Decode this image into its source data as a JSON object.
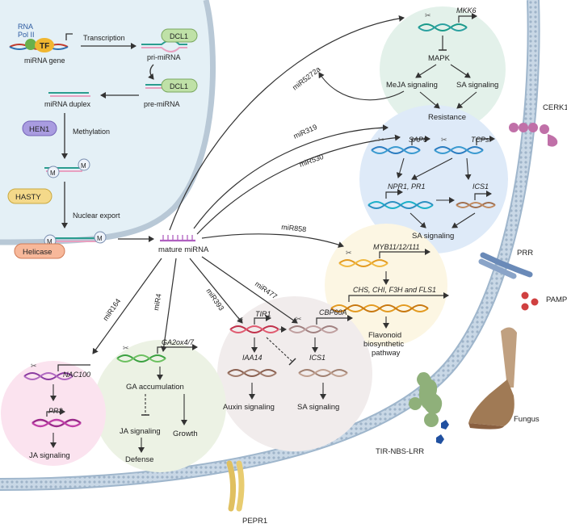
{
  "nucleus": {
    "rna_pol_line1": "RNA",
    "rna_pol_line2": "Pol II",
    "tf": "TF",
    "transcription": "Transcription",
    "mirna_gene": "miRNA gene",
    "dcl1_a": "DCL1",
    "pri_mirna": "pri-miRNA",
    "dcl1_b": "DCL1",
    "pre_mirna": "pre-miRNA",
    "mirna_duplex": "miRNA duplex",
    "hen1": "HEN1",
    "methylation": "Methylation",
    "m": "M",
    "hasty": "HASTY",
    "nuclear_export": "Nuclear export",
    "helicase": "Helicase"
  },
  "center": {
    "mature_mirna": "mature miRNA"
  },
  "arrow_labels": {
    "mir5272a": "miR5272a",
    "mir319": "miR319",
    "mir530": "miR530",
    "mir858": "miR858",
    "mir164": "miR164",
    "mir4": "miR4",
    "mir393": "miR393",
    "mir477": "miR477"
  },
  "mapk_circle": {
    "mkk6": "MKK6",
    "mapk": "MAPK",
    "meja": "MeJA signaling",
    "sa": "SA signaling",
    "resistance": "Resistance"
  },
  "sap_circle": {
    "sap6": "SAP6",
    "tcps": "TCPs",
    "npr1": "NPR1, PR1",
    "ics1": "ICS1",
    "sa": "SA signaling"
  },
  "myb_circle": {
    "myb": "MYB11/12/111",
    "chs": "CHS, CHI, F3H and FLS1",
    "flav1": "Flavonoid",
    "flav2": "biosynthetic",
    "flav3": "pathway"
  },
  "tir_circle": {
    "tir1": "TIR1",
    "cbp60a": "CBP60A",
    "iaa14": "IAA14",
    "ics1": "ICS1",
    "auxin": "Auxin signaling",
    "sa": "SA signaling"
  },
  "ga_circle": {
    "ga2ox": "GA2ox4/7",
    "ga_acc": "GA accumulation",
    "ja": "JA signaling",
    "growth": "Growth",
    "defense": "Defense"
  },
  "nac_circle": {
    "nac100": "NAC100",
    "pr3": "PR3",
    "ja": "JA signaling"
  },
  "receptors": {
    "cerk1": "CERK1",
    "prr": "PRR",
    "pamp": "PAMP",
    "fungus": "Fungus",
    "tir_nbs_lrr": "TIR-NBS-LRR",
    "pepr1": "PEPR1"
  },
  "colors": {
    "nucleus_fill": "#e4f0f6",
    "mapk_fill": "#e3f1ea",
    "sap_fill": "#deeaf8",
    "myb_fill": "#fcf6e3",
    "tir_fill": "#f1ecec",
    "ga_fill": "#ecf2e4",
    "nac_fill": "#fbe3ef",
    "membrane": "#9fb6cc"
  }
}
